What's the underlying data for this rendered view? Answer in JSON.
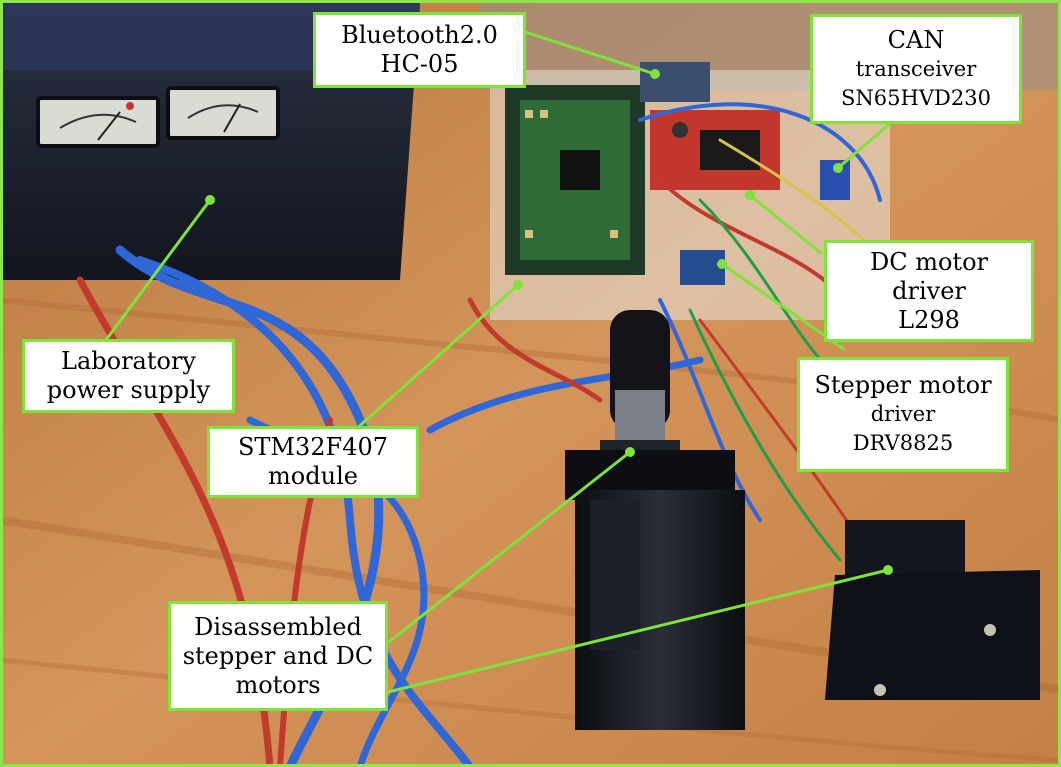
{
  "labels": {
    "bluetooth": {
      "line1": "Bluetooth2.0",
      "line2": "HC-05"
    },
    "can": {
      "line1": "CAN",
      "line2": "transceiver",
      "line3": "SN65HVD230"
    },
    "dc_driver": {
      "line1": "DC motor",
      "line2": "driver",
      "line3": "L298"
    },
    "power_supply": {
      "line1": "Laboratory",
      "line2": "power supply"
    },
    "stepper_driver": {
      "line1": "Stepper motor",
      "line2": "driver",
      "line3": "DRV8825"
    },
    "stm32": {
      "line1": "STM32F407",
      "line2": "module"
    },
    "motors": {
      "line1": "Disassembled",
      "line2": "stepper and DC",
      "line3": "motors"
    }
  },
  "colors": {
    "label_border": "#7ee33a",
    "leader_line": "#7ee33a",
    "table_wood": "#c9884f",
    "power_supply_body": "#1d2230",
    "pcb_green": "#2f6b37",
    "driver_red": "#c3362c",
    "wire_blue": "#2f67d8",
    "wire_red": "#c23a2e"
  }
}
